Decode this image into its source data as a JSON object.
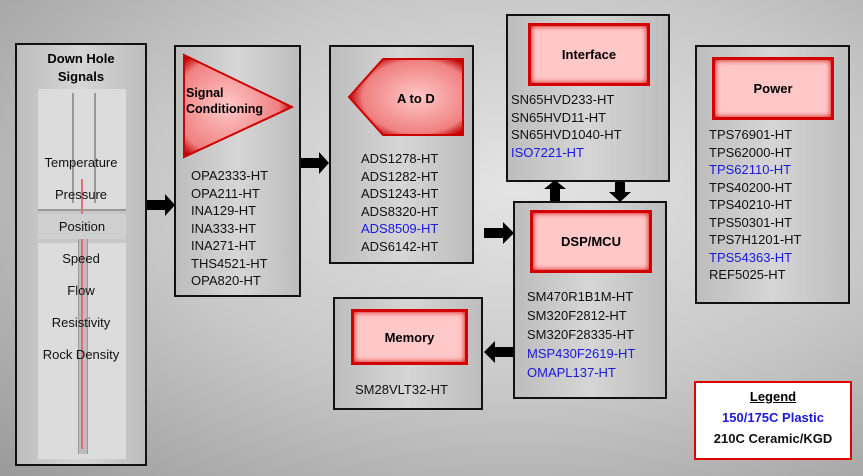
{
  "down_hole": {
    "title_line1": "Down Hole",
    "title_line2": "Signals",
    "signals": [
      "Temperature",
      "Pressure",
      "Position",
      "Speed",
      "Flow",
      "Resistivity",
      "Rock Density"
    ]
  },
  "signal_conditioning": {
    "title_line1": "Signal",
    "title_line2": "Conditioning",
    "parts": [
      {
        "name": "OPA2333-HT",
        "type": "ceramic"
      },
      {
        "name": "OPA211-HT",
        "type": "ceramic"
      },
      {
        "name": "INA129-HT",
        "type": "ceramic"
      },
      {
        "name": "INA333-HT",
        "type": "ceramic"
      },
      {
        "name": "INA271-HT",
        "type": "ceramic"
      },
      {
        "name": "THS4521-HT",
        "type": "ceramic"
      },
      {
        "name": "OPA820-HT",
        "type": "ceramic"
      }
    ]
  },
  "a_to_d": {
    "title": "A to D",
    "parts": [
      {
        "name": "ADS1278-HT",
        "type": "ceramic"
      },
      {
        "name": "ADS1282-HT",
        "type": "ceramic"
      },
      {
        "name": "ADS1243-HT",
        "type": "ceramic"
      },
      {
        "name": "ADS8320-HT",
        "type": "ceramic"
      },
      {
        "name": "ADS8509-HT",
        "type": "plastic"
      },
      {
        "name": "ADS6142-HT",
        "type": "ceramic"
      }
    ]
  },
  "interface": {
    "title": "Interface",
    "parts": [
      {
        "name": "SN65HVD233-HT",
        "type": "ceramic"
      },
      {
        "name": "SN65HVD11-HT",
        "type": "ceramic"
      },
      {
        "name": "SN65HVD1040-HT",
        "type": "ceramic"
      },
      {
        "name": "ISO7221-HT",
        "type": "plastic"
      }
    ]
  },
  "dsp_mcu": {
    "title": "DSP/MCU",
    "parts": [
      {
        "name": "SM470R1B1M-HT",
        "type": "ceramic"
      },
      {
        "name": "SM320F2812-HT",
        "type": "ceramic"
      },
      {
        "name": "SM320F28335-HT",
        "type": "ceramic"
      },
      {
        "name": "MSP430F2619-HT",
        "type": "plastic"
      },
      {
        "name": "OMAPL137-HT",
        "type": "plastic"
      }
    ]
  },
  "power": {
    "title": "Power",
    "parts": [
      {
        "name": "TPS76901-HT",
        "type": "ceramic"
      },
      {
        "name": "TPS62000-HT",
        "type": "ceramic"
      },
      {
        "name": "TPS62110-HT",
        "type": "plastic"
      },
      {
        "name": "TPS40200-HT",
        "type": "ceramic"
      },
      {
        "name": "TPS40210-HT",
        "type": "ceramic"
      },
      {
        "name": "TPS50301-HT",
        "type": "ceramic"
      },
      {
        "name": "TPS7H1201-HT",
        "type": "ceramic"
      },
      {
        "name": "TPS54363-HT",
        "type": "plastic"
      },
      {
        "name": "REF5025-HT",
        "type": "ceramic"
      }
    ]
  },
  "memory": {
    "title": "Memory",
    "parts": [
      {
        "name": "SM28VLT32-HT",
        "type": "ceramic"
      }
    ]
  },
  "legend": {
    "title": "Legend",
    "plastic": "150/175C Plastic",
    "ceramic": "210C Ceramic/KGD"
  },
  "colors": {
    "plastic": "#1a1ad8",
    "ceramic": "#111111",
    "accent": "#d40000"
  }
}
